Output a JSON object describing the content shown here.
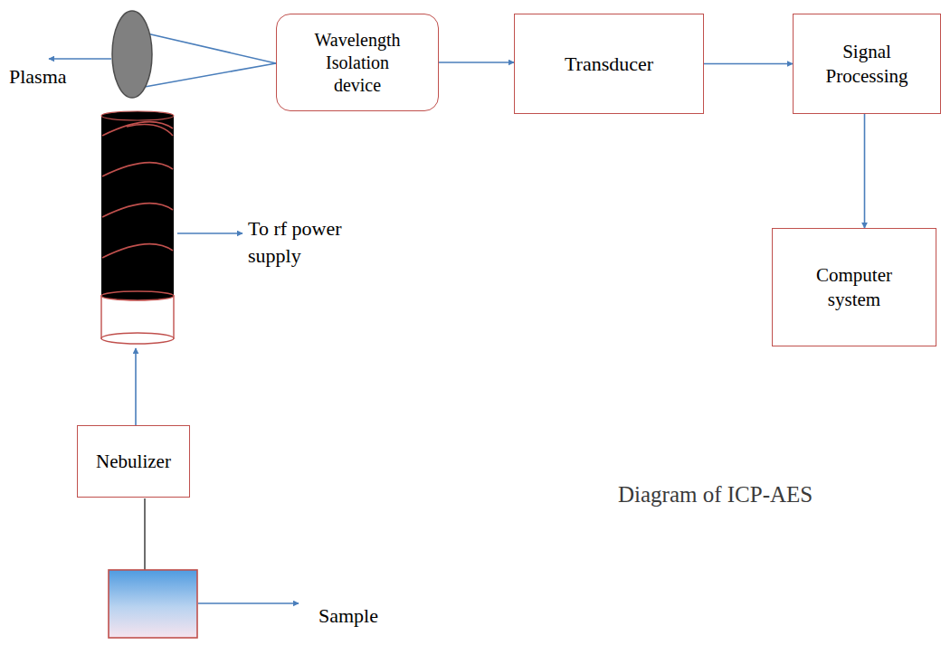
{
  "diagram": {
    "caption": "Diagram of ICP-AES",
    "nodes": [
      {
        "text": [
          "Wavelength Isolation device"
        ]
      },
      {
        "text": [
          "Transducer"
        ]
      },
      {
        "text": [
          "Signal Processing"
        ]
      },
      {
        "text": [
          "Computer system"
        ]
      },
      {
        "text": [
          "Nebulizer"
        ]
      }
    ],
    "edges": [
      {
        "from": 0,
        "to": 1,
        "arrow": "to"
      },
      {
        "from": 1,
        "to": 2,
        "arrow": "to"
      },
      {
        "from": 2,
        "to": 3,
        "arrow": "to"
      }
    ],
    "labels": [
      "Plasma",
      "To rf power supply",
      "Sample"
    ]
  }
}
